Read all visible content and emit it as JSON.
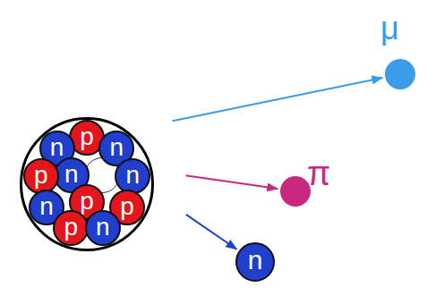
{
  "diagram": {
    "nodes": [
      {
        "text": []
      },
      {
        "text": [
          "p"
        ],
        "in": 0
      },
      {
        "text": [
          "n"
        ],
        "in": 0
      },
      {
        "text": [
          "n"
        ],
        "in": 0
      },
      {
        "text": [
          "n"
        ],
        "in": 0
      },
      {
        "text": [
          "p"
        ],
        "in": 0
      },
      {
        "text": [
          "n"
        ],
        "in": 0
      },
      {
        "text": [
          "p"
        ],
        "in": 0
      },
      {
        "text": [
          "n"
        ],
        "in": 0
      },
      {
        "text": [
          "p"
        ],
        "in": 0
      },
      {
        "text": [
          "p"
        ],
        "in": 0
      },
      {
        "text": [
          "n"
        ],
        "in": 0
      },
      {
        "text": [
          "μ"
        ]
      },
      {
        "text": [
          "π"
        ]
      },
      {
        "text": [
          "n"
        ]
      }
    ],
    "edges": [
      {
        "from": 0,
        "to": 12,
        "arrow": "to"
      },
      {
        "from": 0,
        "to": 13,
        "arrow": "to"
      },
      {
        "from": 0,
        "to": 14,
        "arrow": "to"
      }
    ]
  }
}
